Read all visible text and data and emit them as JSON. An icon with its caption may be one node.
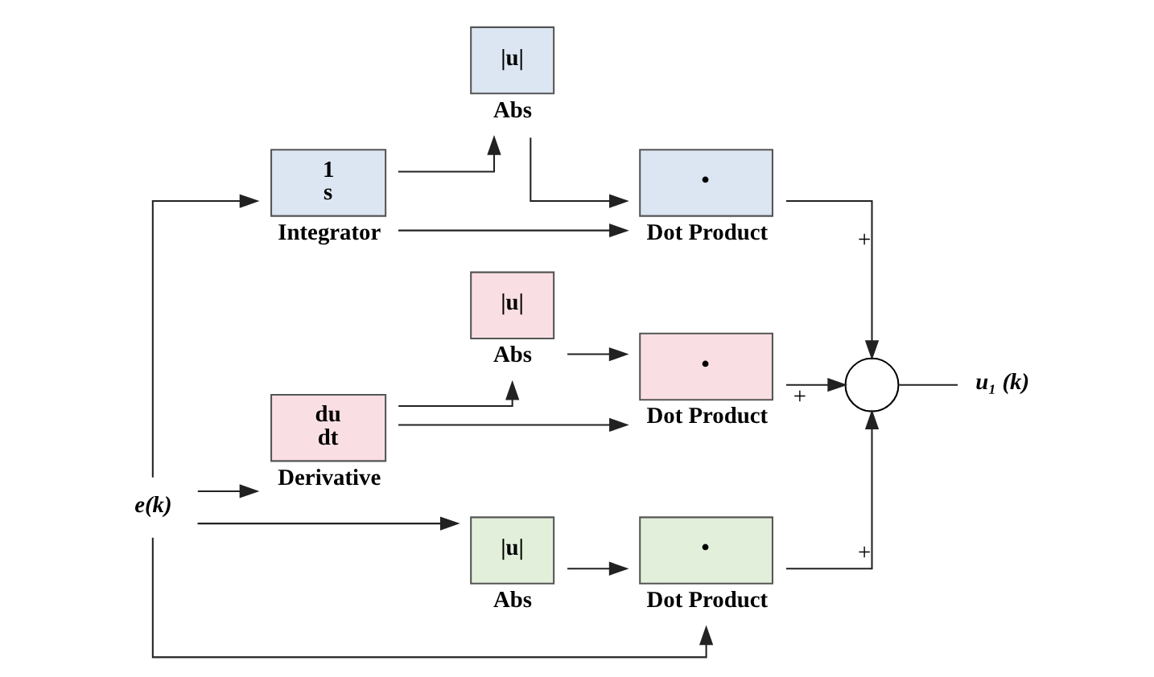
{
  "diagram": {
    "nodes": [
      {
        "text": [
          "e(k)"
        ]
      },
      {
        "text": [
          "1",
          "s"
        ],
        "beside": [
          "Integrator"
        ]
      },
      {
        "text": [
          "|u|"
        ],
        "beside": [
          "Abs"
        ]
      },
      {
        "text": [
          "•"
        ],
        "beside": [
          "Dot Product"
        ]
      },
      {
        "text": [
          "du",
          "dt"
        ],
        "beside": [
          "Derivative"
        ]
      },
      {
        "text": [
          "|u|"
        ],
        "beside": [
          "Abs"
        ]
      },
      {
        "text": [
          "•"
        ],
        "beside": [
          "Dot Product"
        ]
      },
      {
        "text": [
          "|u|"
        ],
        "beside": [
          "Abs"
        ]
      },
      {
        "text": [
          "•"
        ],
        "beside": [
          "Dot Product"
        ]
      },
      {
        "text": [],
        "shape": "circle"
      },
      {
        "text": [
          "u₁ (k)"
        ]
      }
    ],
    "edges": [
      {
        "from": 0,
        "to": 1,
        "arrow": "to"
      },
      {
        "from": 0,
        "to": 4,
        "arrow": "to"
      },
      {
        "from": 0,
        "to": 8,
        "arrow": "to"
      },
      {
        "from": 0,
        "to": 7,
        "arrow": "to"
      },
      {
        "from": 1,
        "to": 3,
        "arrow": "to"
      },
      {
        "from": 1,
        "to": 2,
        "arrow": "to"
      },
      {
        "from": 2,
        "to": 3,
        "arrow": "to"
      },
      {
        "from": 4,
        "to": 6,
        "arrow": "to"
      },
      {
        "from": 4,
        "to": 5,
        "arrow": "to"
      },
      {
        "from": 5,
        "to": 6,
        "arrow": "to"
      },
      {
        "from": 7,
        "to": 8,
        "arrow": "to"
      },
      {
        "from": 3,
        "to": 9,
        "arrow": "to",
        "label": "+"
      },
      {
        "from": 6,
        "to": 9,
        "arrow": "to",
        "label": "+"
      },
      {
        "from": 8,
        "to": 9,
        "arrow": "to",
        "label": "+"
      },
      {
        "from": 9,
        "to": 10,
        "arrow": "none"
      }
    ]
  }
}
